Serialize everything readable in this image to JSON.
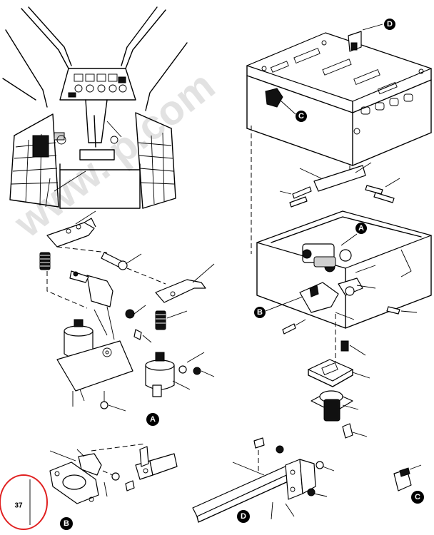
{
  "watermark": "www.                 p.com",
  "figure_number": "37",
  "colors": {
    "ink": "#000000",
    "paper": "#ffffff",
    "highlight_ring": "#e02020",
    "watermark": "#d9d9d9"
  },
  "callouts": {
    "view_a": "A",
    "view_b": "B",
    "view_c": "C",
    "view_d": "D",
    "ref_a": "A",
    "ref_b": "B",
    "ref_c": "C",
    "ref_d": "D"
  }
}
